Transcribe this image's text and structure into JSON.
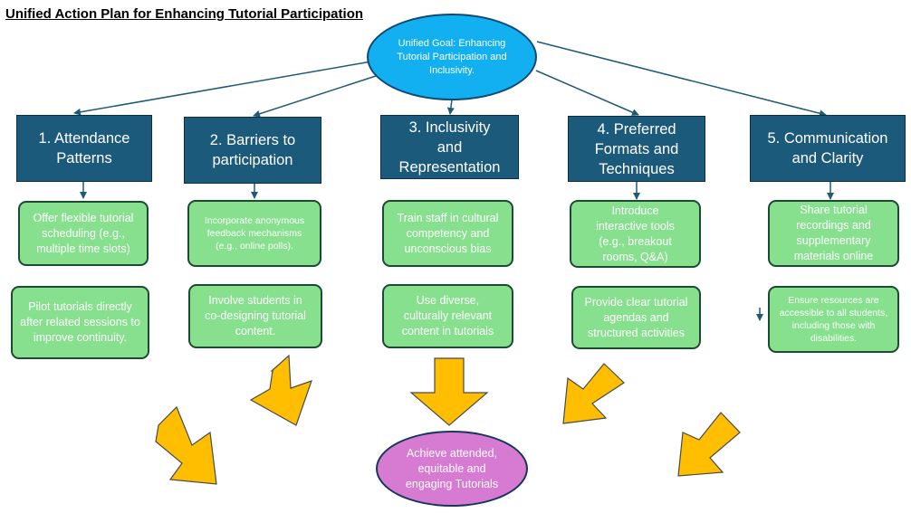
{
  "title": "Unified Action Plan for Enhancing Tutorial Participation",
  "goal": "Unified Goal: Enhancing Tutorial Participation and Inclusivity.",
  "outcome": "Achieve attended, equitable and engaging Tutorials",
  "categories": [
    {
      "label": "1. Attendance Patterns",
      "actions": [
        "Offer flexible tutorial scheduling (e.g., multiple time slots)",
        "Pilot tutorials directly after related sessions to improve continuity."
      ]
    },
    {
      "label": "2. Barriers to participation",
      "actions": [
        "Incorporate anonymous feedback mechanisms (e.g., online polls).",
        "Involve students in co-designing tutorial content."
      ]
    },
    {
      "label": "3. Inclusivity and Representation",
      "actions": [
        "Train staff in cultural competency and unconscious bias",
        "Use diverse, culturally relevant content in tutorials"
      ]
    },
    {
      "label": "4. Preferred Formats and Techniques",
      "actions": [
        "Introduce interactive tools (e.g., breakout rooms, Q&A)",
        "Provide clear tutorial agendas and structured activities"
      ]
    },
    {
      "label": "5. Communication and Clarity",
      "actions": [
        "Share tutorial recordings and supplementary materials online",
        "Ensure resources are accessible to all students, including those with disabilities."
      ]
    }
  ],
  "colors": {
    "goal_fill": "#12b0f0",
    "category_fill": "#1c5a7c",
    "action_fill": "#86e08e",
    "outcome_fill": "#d67ad2",
    "arrow_fill": "#ffbf00",
    "connector": "#1f5a78"
  }
}
